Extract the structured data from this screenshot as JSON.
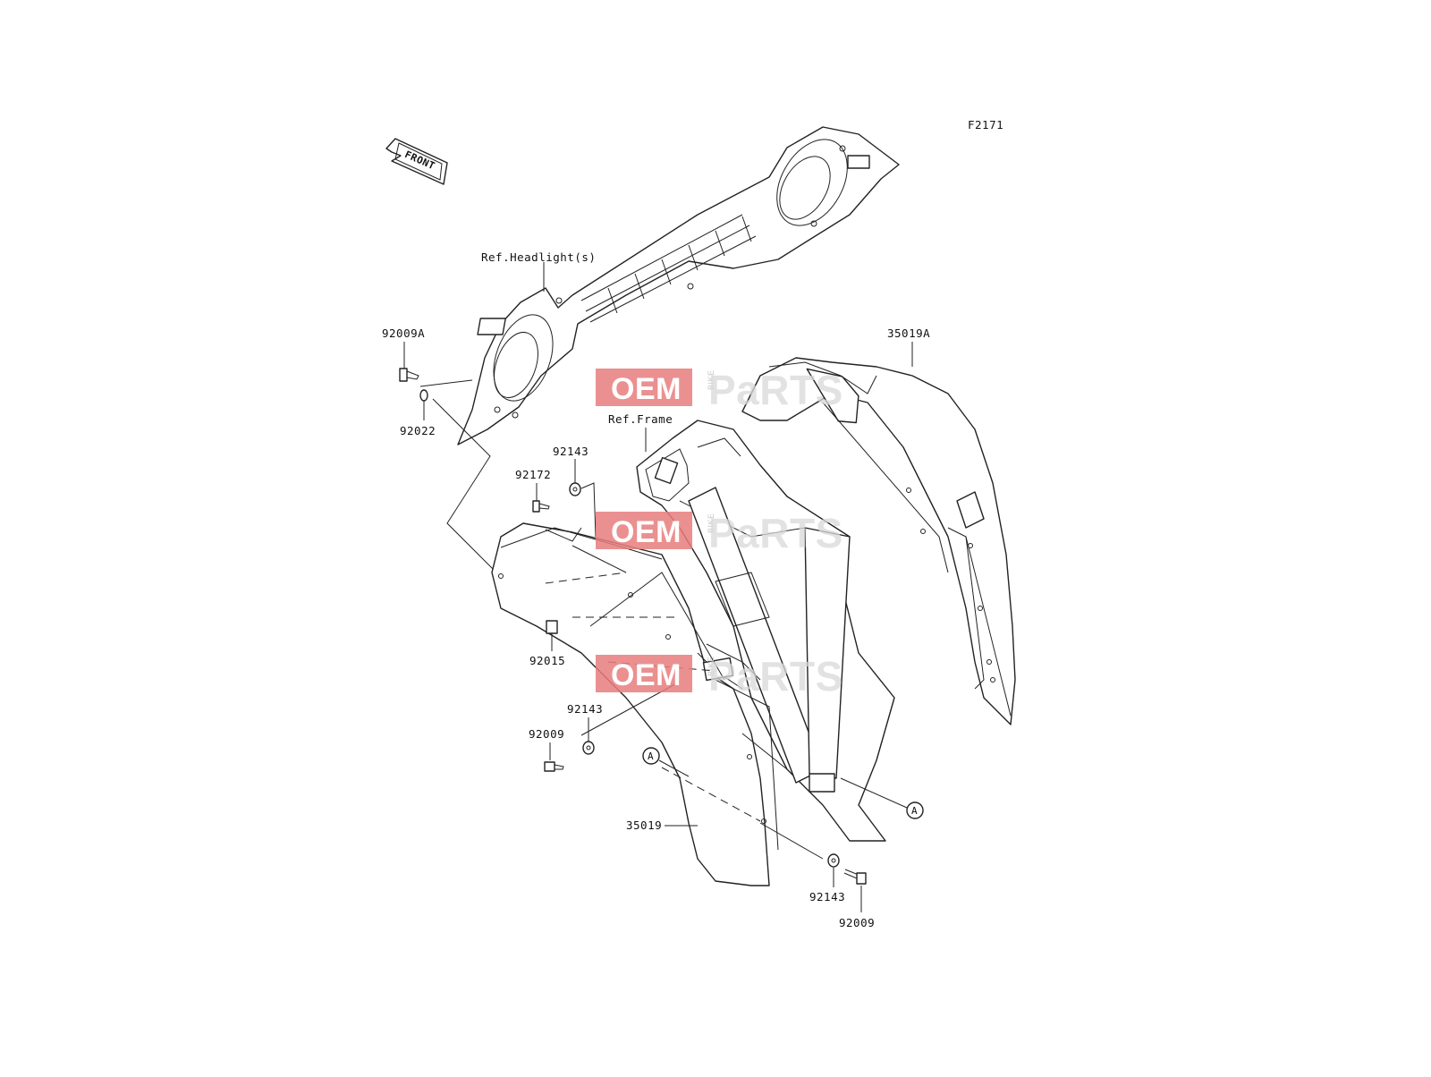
{
  "diagram_code": "F2171",
  "front_arrow_label": "FRONT",
  "references": {
    "headlight": "Ref.Headlight(s)",
    "frame": "Ref.Frame"
  },
  "part_labels": {
    "p92009A": "92009A",
    "p92022": "92022",
    "p92143_top": "92143",
    "p92172": "92172",
    "p92015": "92015",
    "p92143_mid": "92143",
    "p92009_left": "92009",
    "p35019": "35019",
    "p92143_bottom": "92143",
    "p92009_bottom": "92009",
    "p35019A": "35019A"
  },
  "callouts": {
    "a_left": "A",
    "a_right": "A"
  },
  "watermark": {
    "oem": "OEM",
    "bike": "BIKE",
    "parts": "PaRTS",
    "badge_color": "#e87d7d"
  }
}
